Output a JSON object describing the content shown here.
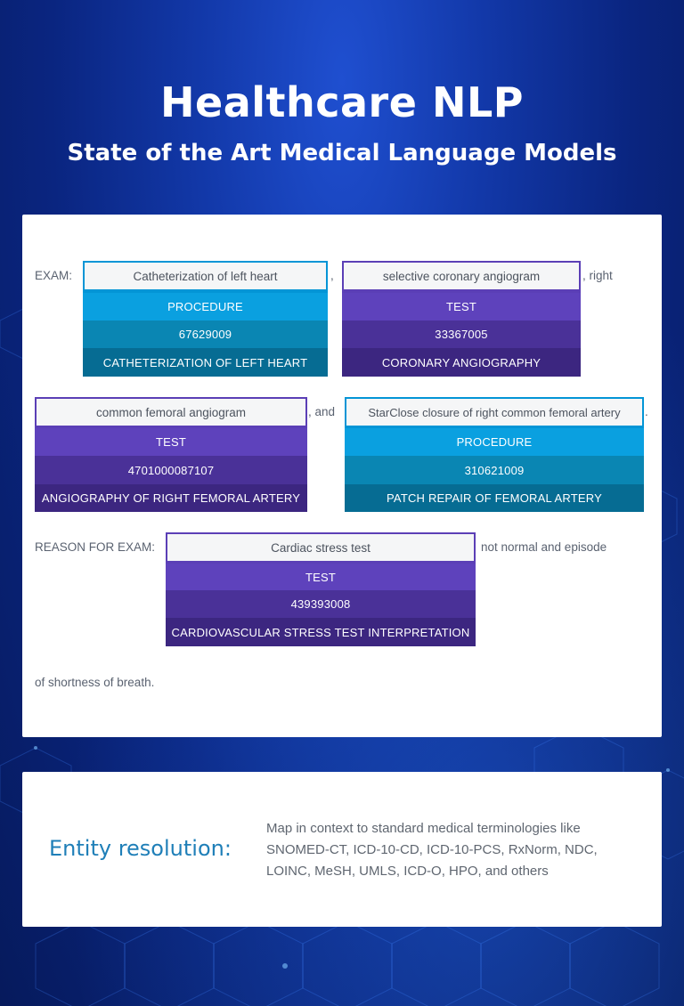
{
  "header": {
    "title": "Healthcare NLP",
    "subtitle": "State of the Art Medical Language Models"
  },
  "text": {
    "exam": "EXAM:",
    "comma": ",",
    "right": ", right",
    "and": ", and",
    "period": ".",
    "reason": "REASON FOR EXAM:",
    "not_normal": "not normal and episode",
    "shortness": "of shortness of breath."
  },
  "entities": [
    {
      "text": "Catheterization of left heart",
      "label": "PROCEDURE",
      "code": "67629009",
      "resolution": "CATHETERIZATION OF LEFT HEART"
    },
    {
      "text": "selective coronary angiogram",
      "label": "TEST",
      "code": "33367005",
      "resolution": "CORONARY ANGIOGRAPHY"
    },
    {
      "text": "common femoral angiogram",
      "label": "TEST",
      "code": "4701000087107",
      "resolution": "ANGIOGRAPHY OF RIGHT FEMORAL ARTERY"
    },
    {
      "text": "StarClose closure of right common femoral artery",
      "label": "PROCEDURE",
      "code": "310621009",
      "resolution": "PATCH REPAIR OF FEMORAL ARTERY"
    },
    {
      "text": "Cardiac stress test",
      "label": "TEST",
      "code": "439393008",
      "resolution": "CARDIOVASCULAR STRESS TEST INTERPRETATION"
    }
  ],
  "entity_resolution": {
    "label": "Entity resolution:",
    "description": "Map in context to standard medical terminologies like SNOMED-CT, ICD-10-CD, ICD-10-PCS, RxNorm, NDC, LOINC, MeSH, UMLS, ICD-O, HPO, and others"
  },
  "colors": {
    "procedure": "#0aa0e0",
    "test": "#5e42bc",
    "accent": "#1f7fb8"
  }
}
